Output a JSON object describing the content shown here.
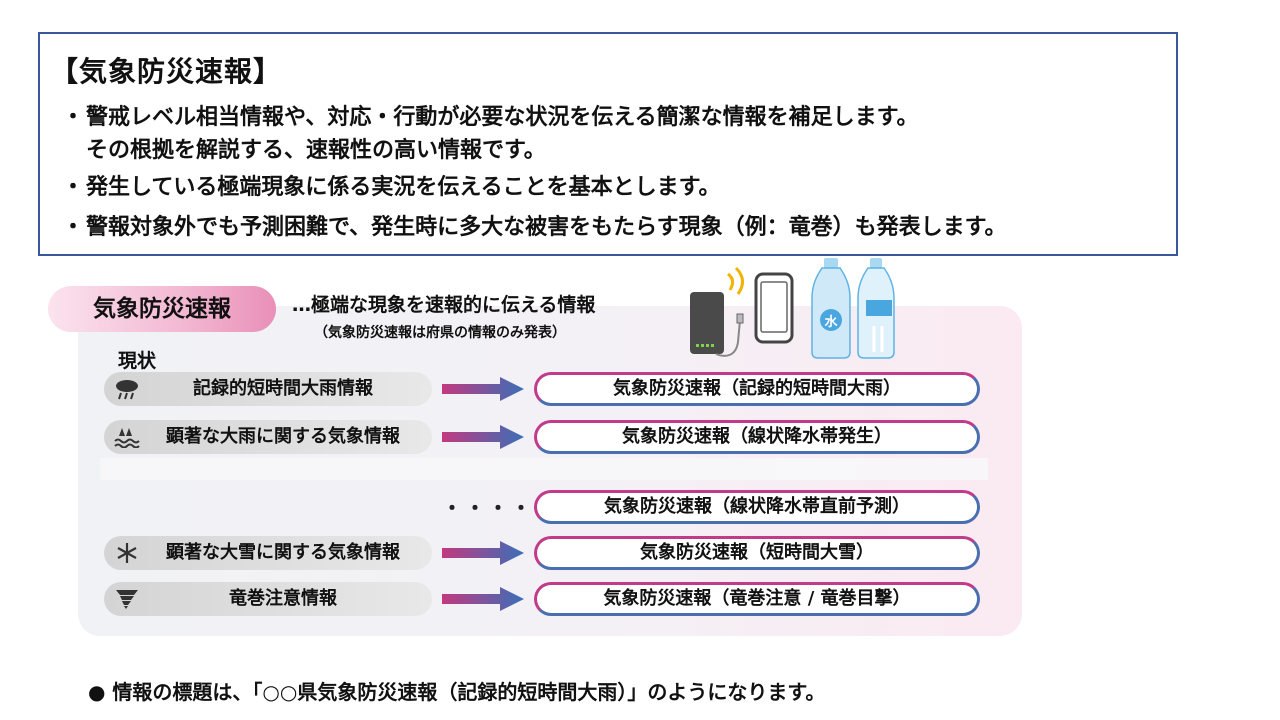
{
  "top": {
    "title": "【気象防災速報】",
    "bullets": [
      {
        "dot": "・",
        "line1": "警戒レベル相当情報や、対応・行動が必要な状況を伝える簡潔な情報を補足します。",
        "line2": "その根拠を解説する、速報性の高い情報です。"
      },
      {
        "dot": "・",
        "line1": "発生している極端現象に係る実況を伝えることを基本とします。"
      },
      {
        "dot": "・",
        "line1": "警報対象外でも予測困難で、発生時に多大な被害をもたらす現象（例：竜巻）も発表します。"
      }
    ]
  },
  "diagram": {
    "pill_title": "気象防災速報",
    "subtitle": "…極端な現象を速報的に伝える情報",
    "subnote": "（気象防災速報は府県の情報のみ発表）",
    "current_label": "現状",
    "dots": "・・・・・・・",
    "rows": [
      {
        "icon": "heavy-rain-icon",
        "left": "記録的短時間大雨情報",
        "right": "気象防災速報（記録的短時間大雨）"
      },
      {
        "icon": "flood-icon",
        "left": "顕著な大雨に関する気象情報",
        "right": "気象防災速報（線状降水帯発生）"
      },
      {
        "icon": "",
        "left": "",
        "right": "気象防災速報（線状降水帯直前予測）"
      },
      {
        "icon": "snowflake-icon",
        "left": "顕著な大雪に関する気象情報",
        "right": "気象防災速報（短時間大雪）"
      },
      {
        "icon": "tornado-icon",
        "left": "竜巻注意情報",
        "right": "気象防災速報（竜巻注意 / 竜巻目撃）"
      }
    ],
    "water_label": "水"
  },
  "footer": "● 情報の標題は、「○○県気象防災速報（記録的短時間大雨）」のようになります。",
  "colors": {
    "border": "#3b5998",
    "arrow_start": "#c2397f",
    "arrow_end": "#3a6fb8",
    "pill_pink": "#e98fb8"
  }
}
